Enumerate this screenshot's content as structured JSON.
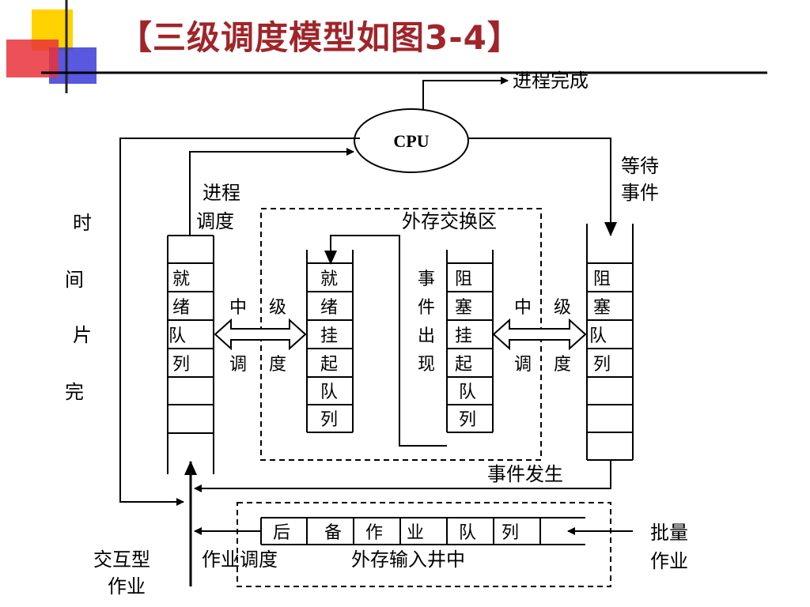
{
  "slide": {
    "title": "【三级调度模型如图3-4】"
  },
  "diagram": {
    "cpu_label": "CPU",
    "process_complete": "进程完成",
    "wait_event": [
      "等待",
      "事件"
    ],
    "process_sched": [
      "进程",
      "调度"
    ],
    "time_slice": [
      "时",
      "间",
      "片",
      "完"
    ],
    "swap_area": "外存交换区",
    "ready_queue": [
      "就",
      "绪",
      "队",
      "列"
    ],
    "ready_suspend_queue": [
      "就",
      "绪",
      "挂",
      "起",
      "队",
      "列"
    ],
    "blocked_suspend_queue": [
      "阻",
      "塞",
      "挂",
      "起",
      "队",
      "列"
    ],
    "blocked_queue": [
      "阻",
      "塞",
      "队",
      "列"
    ],
    "mid_sched_left": [
      "中",
      "级",
      "调",
      "度"
    ],
    "mid_sched_right": [
      "中",
      "级",
      "调",
      "度"
    ],
    "event_occur_vertical": [
      "事",
      "件",
      "出",
      "现"
    ],
    "event_occur": "事件发生",
    "backup_queue": [
      "后",
      "备",
      "作",
      "业",
      "队",
      "列"
    ],
    "batch_job": [
      "批量",
      "作业"
    ],
    "interactive_job": [
      "交互型",
      "作业"
    ],
    "job_sched": "作业调度",
    "external_input_well": "外存输入井中"
  }
}
